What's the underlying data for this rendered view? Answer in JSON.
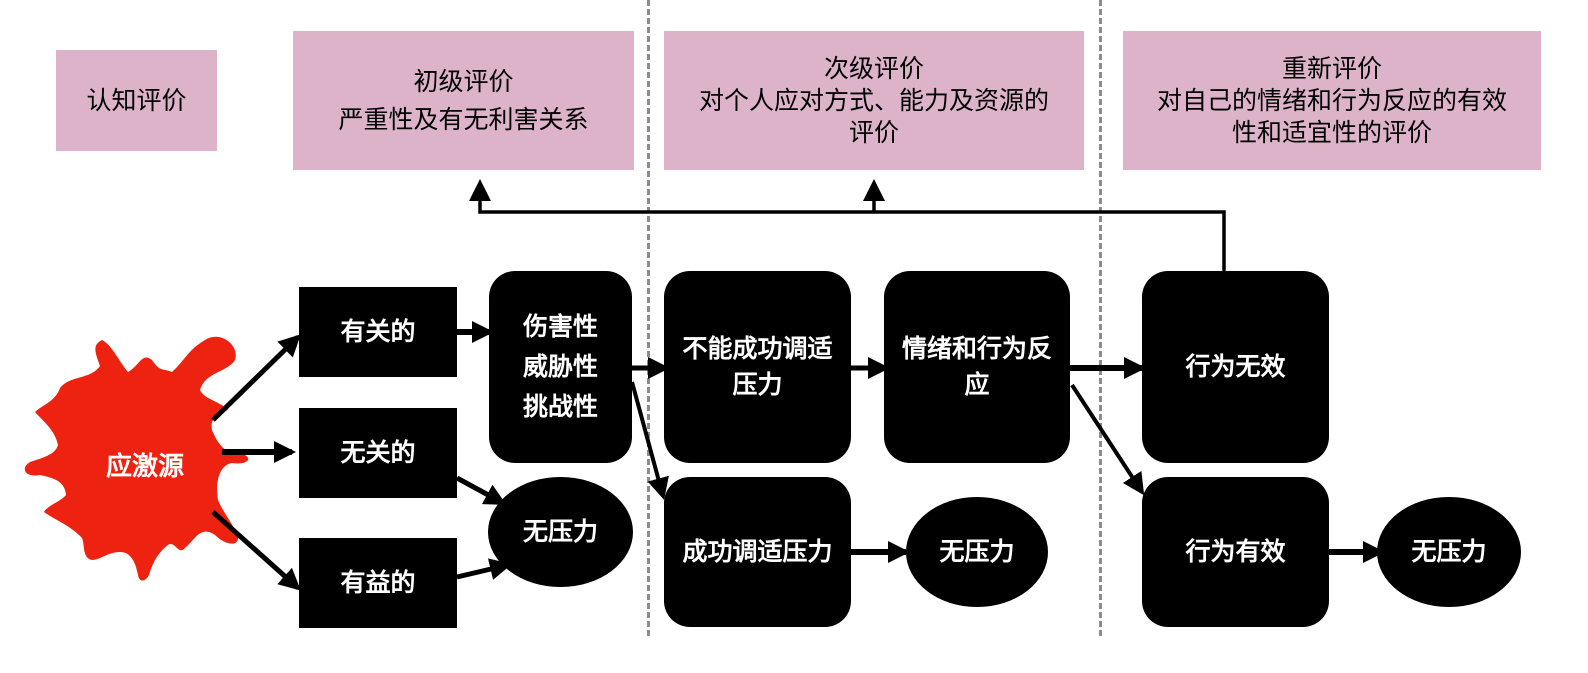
{
  "header": {
    "cognitive_appraisal": "认知评价",
    "primary": {
      "title": "初级评价",
      "desc": "严重性及有无利害关系"
    },
    "secondary": {
      "title": "次级评价",
      "desc_line1": "对个人应对方式、能力及资源的",
      "desc_line2": "评价"
    },
    "reappraisal": {
      "title": "重新评价",
      "desc_line1": "对自己的情绪和行为反应的有效",
      "desc_line2": "性和适宜性的评价"
    }
  },
  "stressor": {
    "label": "应激源",
    "color": "#ee2211"
  },
  "nodes": {
    "relevant": "有关的",
    "irrelevant": "无关的",
    "beneficial": "有益的",
    "harm": "伤害性",
    "threat": "威胁性",
    "challenge": "挑战性",
    "no_stress_1": "无压力",
    "fail_adapt_line1": "不能成功调适",
    "fail_adapt_line2": "压力",
    "emotion_line1": "情绪和行为反",
    "emotion_line2": "应",
    "success_adapt": "成功调适压力",
    "no_stress_2": "无压力",
    "behavior_ineffective": "行为无效",
    "behavior_effective": "行为有效",
    "no_stress_3": "无压力"
  },
  "colors": {
    "header_fill": "#ddb3ca",
    "node_fill": "#000000",
    "divider": "#8c8c8c"
  }
}
